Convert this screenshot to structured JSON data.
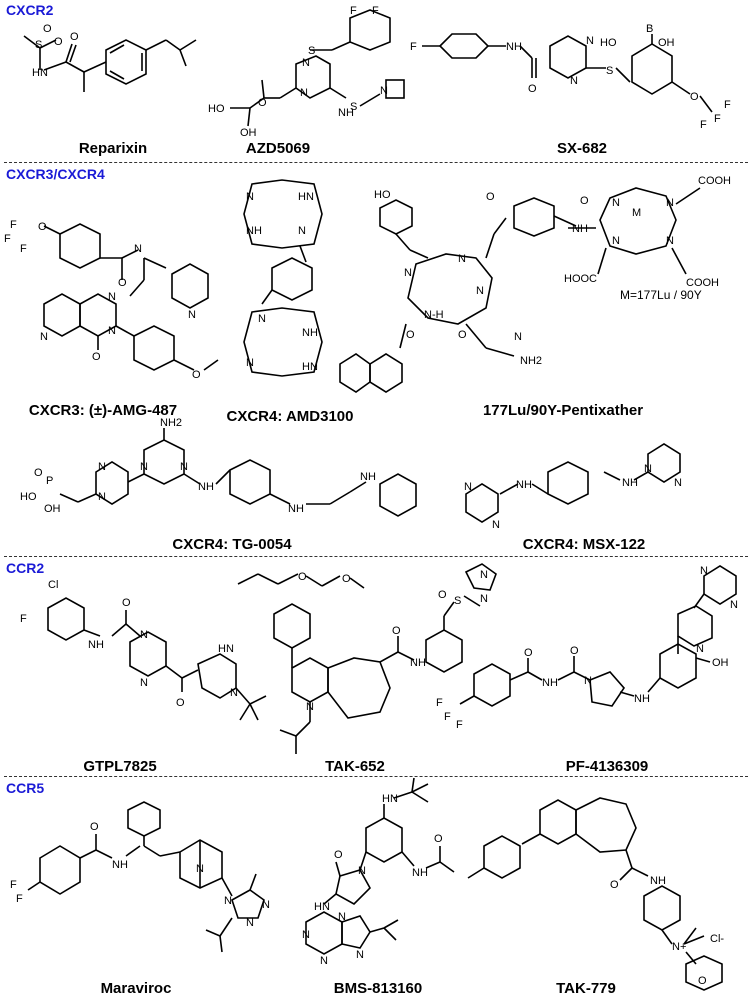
{
  "sections": [
    {
      "title": "CXCR2",
      "compounds": [
        "Reparixin",
        "AZD5069",
        "SX-682"
      ]
    },
    {
      "title": "CXCR3/CXCR4",
      "compounds": [
        "CXCR3: (±)-AMG-487",
        "CXCR4: AMD3100",
        "177Lu/90Y-Pentixather",
        "CXCR4: TG-0054",
        "CXCR4: MSX-122"
      ],
      "note": "M=177Lu / 90Y"
    },
    {
      "title": "CCR2",
      "compounds": [
        "GTPL7825",
        "TAK-652",
        "PF-4136309"
      ]
    },
    {
      "title": "CCR5",
      "compounds": [
        "Maraviroc",
        "BMS-813160",
        "TAK-779"
      ]
    }
  ],
  "atoms": {
    "n": "N",
    "nh": "NH",
    "hn": "HN",
    "o": "O",
    "s": "S",
    "f": "F",
    "cl": "Cl",
    "oh": "OH",
    "ho": "HO",
    "b": "B",
    "bho": "HO-B",
    "p": "P",
    "nh2": "NH2",
    "cooh": "COOH",
    "hooc": "HOOC",
    "m": "M",
    "cl_minus": "Cl-",
    "n_plus": "N+",
    "nh_h": "N-H"
  }
}
